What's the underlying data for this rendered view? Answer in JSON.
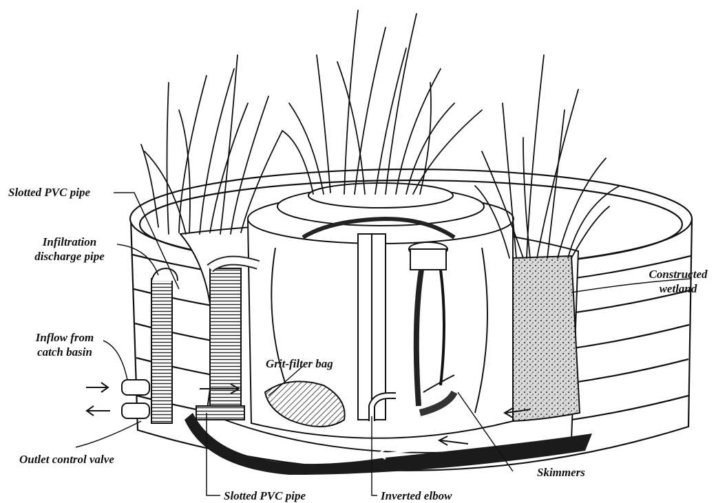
{
  "labels": {
    "slotted_pvc_top": "Slotted PVC pipe",
    "infiltration_line1": "Infiltration",
    "infiltration_line2": "discharge pipe",
    "inflow_line1": "Inflow from",
    "inflow_line2": "catch basin",
    "outlet_valve": "Outlet control valve",
    "grit_filter": "Grit-filter bag",
    "constructed_line1": "Constructed",
    "constructed_line2": "wetland",
    "skimmers": "Skimmers",
    "slotted_pvc_bottom": "Slotted PVC pipe",
    "inverted_elbow": "Inverted elbow"
  },
  "colors": {
    "ink": "#111111",
    "paper": "#ffffff",
    "gravel": "#8a8a8a",
    "shade": "#3a3a3a"
  }
}
